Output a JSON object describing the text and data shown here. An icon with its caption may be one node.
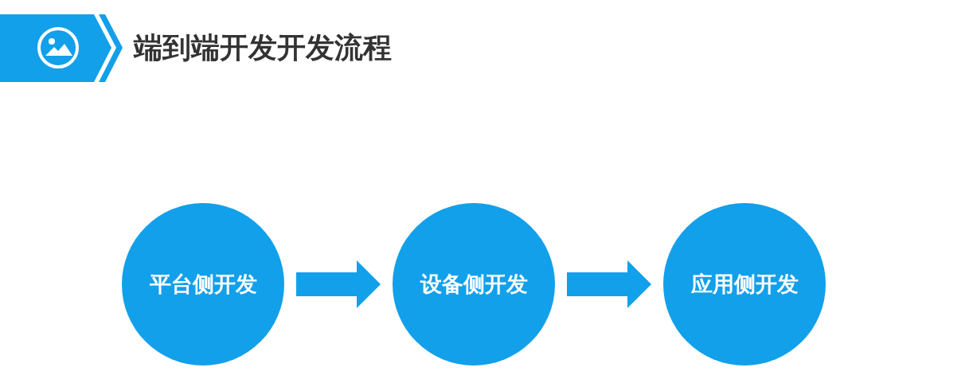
{
  "diagram": {
    "title": "端到端开发开发流程",
    "nodes": [
      {
        "text": [
          "平台侧开发"
        ]
      },
      {
        "text": [
          "设备侧开发"
        ]
      },
      {
        "text": [
          "应用侧开发"
        ]
      }
    ],
    "edges": [
      {
        "from": 0,
        "to": 1,
        "arrow": "to"
      },
      {
        "from": 1,
        "to": 2,
        "arrow": "to"
      }
    ]
  }
}
